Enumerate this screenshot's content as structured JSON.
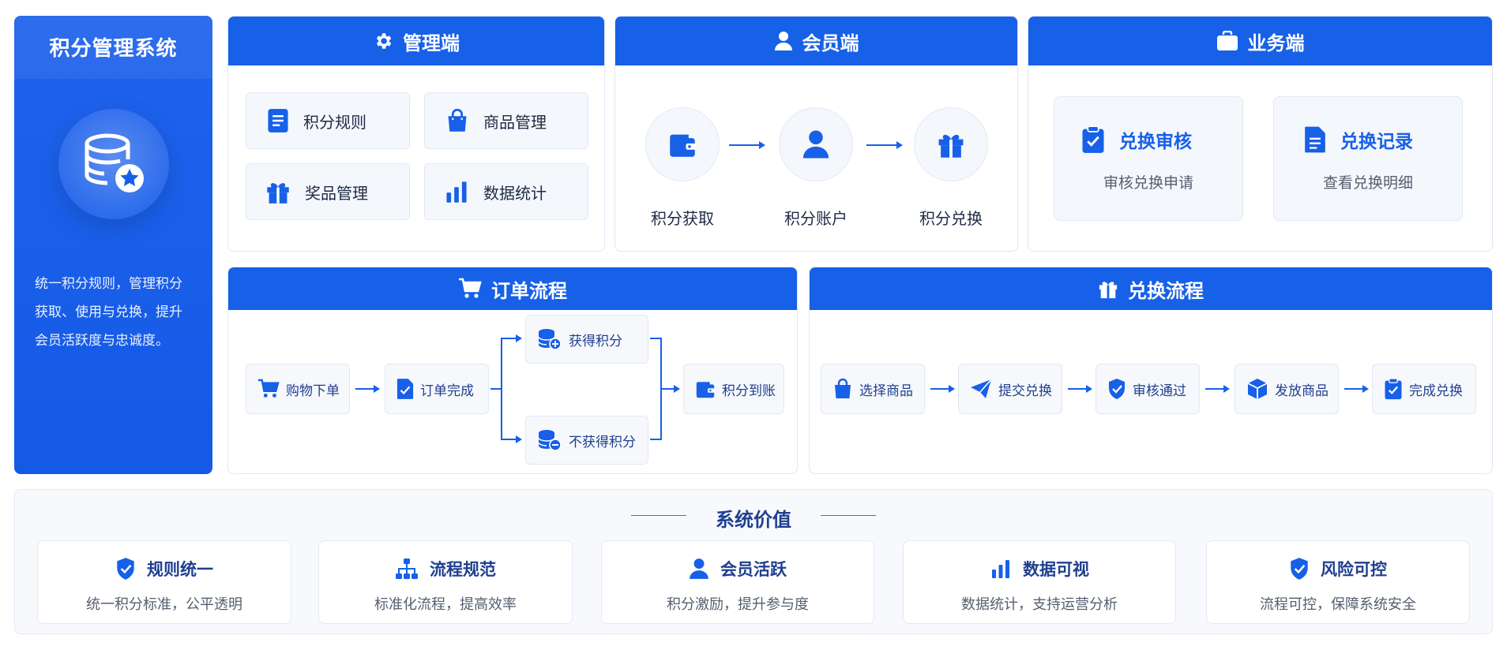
{
  "colors": {
    "primary": "#1760e8",
    "panel_bg": "#f4f7fc",
    "text": "#1f2a44"
  },
  "system": {
    "title": "积分管理系统",
    "icon": "database-star-icon",
    "desc_lines": [
      "统一积分规则，管理积分",
      "获取、使用与兑换，提升",
      "会员活跃度与忠诚度。"
    ]
  },
  "admin": {
    "title": "管理端",
    "icon": "gear-icon",
    "items": [
      {
        "label": "积分规则",
        "icon": "document-icon"
      },
      {
        "label": "商品管理",
        "icon": "shopping-bag-icon"
      },
      {
        "label": "奖品管理",
        "icon": "gift-icon"
      },
      {
        "label": "数据统计",
        "icon": "bar-chart-icon"
      }
    ]
  },
  "member": {
    "title": "会员端",
    "icon": "user-icon",
    "steps": [
      {
        "label": "积分获取",
        "icon": "wallet-icon"
      },
      {
        "label": "积分账户",
        "icon": "user-icon"
      },
      {
        "label": "积分兑换",
        "icon": "gift-icon"
      }
    ]
  },
  "business": {
    "title": "业务端",
    "icon": "briefcase-icon",
    "items": [
      {
        "title": "兑换审核",
        "desc": "审核兑换申请",
        "icon": "clipboard-check-icon"
      },
      {
        "title": "兑换记录",
        "desc": "查看兑换明细",
        "icon": "document-icon"
      }
    ]
  },
  "order_flow": {
    "title": "订单流程",
    "icon": "cart-icon",
    "nodes": {
      "order": "购物下单",
      "complete": "订单完成",
      "earn": "获得积分",
      "no_earn": "不获得积分",
      "credited": "积分到账"
    }
  },
  "redeem_flow": {
    "title": "兑换流程",
    "icon": "gift-icon",
    "nodes": [
      "选择商品",
      "提交兑换",
      "审核通过",
      "发放商品",
      "完成兑换"
    ]
  },
  "values": {
    "title": "系统价值",
    "items": [
      {
        "title": "规则统一",
        "desc": "统一积分标准，公平透明",
        "icon": "shield-check-icon"
      },
      {
        "title": "流程规范",
        "desc": "标准化流程，提高效率",
        "icon": "org-chart-icon"
      },
      {
        "title": "会员活跃",
        "desc": "积分激励，提升参与度",
        "icon": "user-icon"
      },
      {
        "title": "数据可视",
        "desc": "数据统计，支持运营分析",
        "icon": "bar-chart-icon"
      },
      {
        "title": "风险可控",
        "desc": "流程可控，保障系统安全",
        "icon": "shield-check-icon"
      }
    ]
  }
}
